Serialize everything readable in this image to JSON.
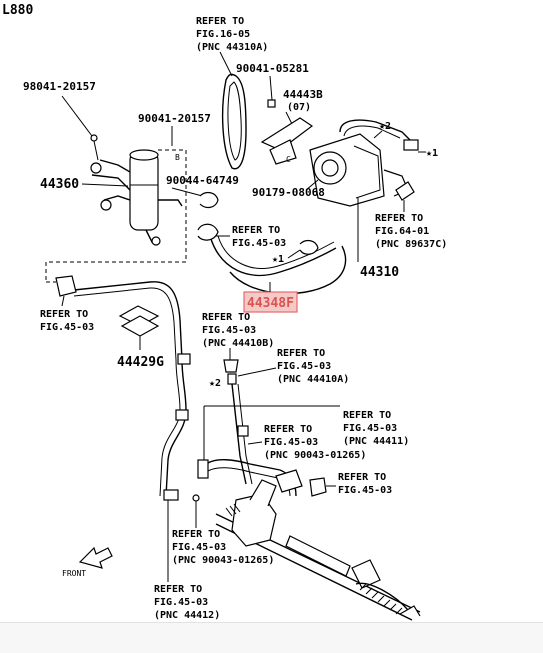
{
  "diagram": {
    "code": "L880",
    "front_label": "FRONT",
    "parts": {
      "p_98041_20157": "98041-20157",
      "p_90041_20157": "90041-20157",
      "p_44360": "44360",
      "p_90044_64749": "90044-64749",
      "p_90041_05281": "90041-05281",
      "p_44443B": "44443B",
      "p_07": "(07)",
      "p_90179_08068": "90179-08068",
      "p_44310": "44310",
      "p_44348F": "44348F",
      "p_44429G": "44429G",
      "star1": "★1",
      "star2": "★2",
      "star1b": "★1",
      "star2b": "★2"
    },
    "refs": {
      "r1": [
        "REFER TO",
        "FIG.16-05",
        "(PNC 44310A)"
      ],
      "r2": [
        "REFER TO",
        "FIG.45-03"
      ],
      "r3": [
        "REFER TO",
        "FIG.64-01",
        "(PNC 89637C)"
      ],
      "r4": [
        "REFER TO",
        "FIG.45-03"
      ],
      "r5": [
        "REFER TO",
        "FIG.45-03",
        "(PNC 44410B)"
      ],
      "r6": [
        "REFER TO",
        "FIG.45-03",
        "(PNC 44410A)"
      ],
      "r7": [
        "REFER TO",
        "FIG.45-03",
        "(PNC 44411)"
      ],
      "r8": [
        "REFER TO",
        "FIG.45-03",
        "(PNC 90043-01265)"
      ],
      "r9": [
        "REFER TO",
        "FIG.45-03"
      ],
      "r10": [
        "REFER TO",
        "FIG.45-03",
        "(PNC 90043-01265)"
      ],
      "r11": [
        "REFER TO",
        "FIG.45-03",
        "(PNC 44412)"
      ]
    }
  }
}
